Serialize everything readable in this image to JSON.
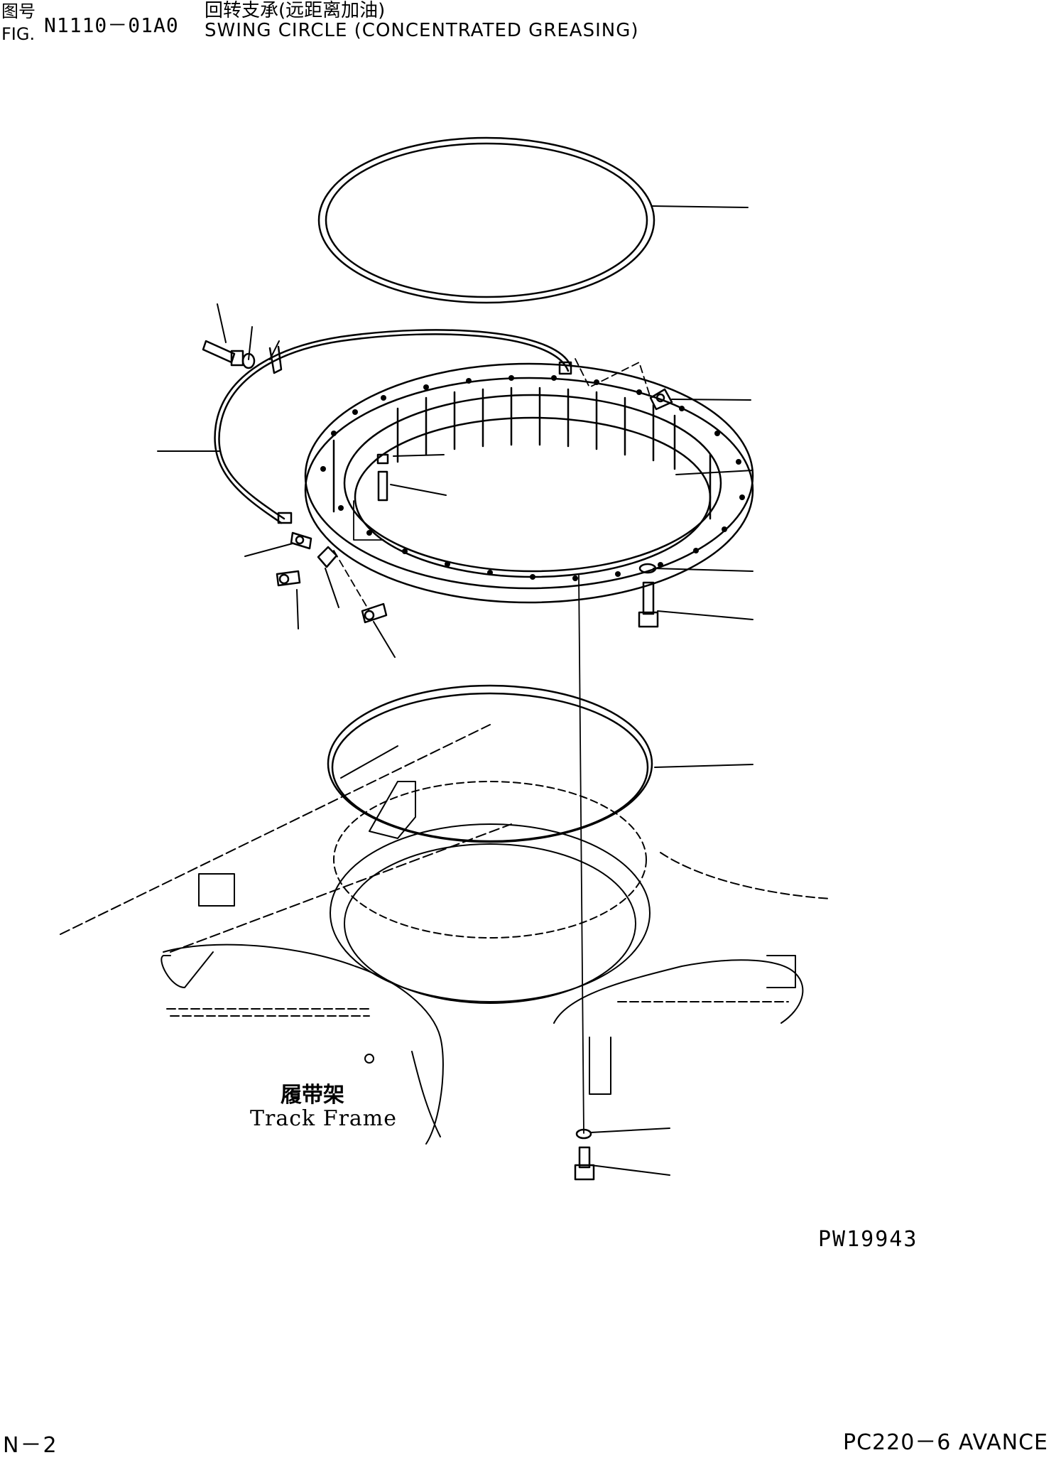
{
  "header": {
    "fig_label_cn": "图号",
    "fig_label_en": "FIG.",
    "figure_number": "N1110－01A0",
    "title_cn": "回转支承(远距离加油)",
    "title_en": "SWING CIRCLE (CONCENTRATED GREASING)"
  },
  "diagram": {
    "track_frame_label_cn": "履带架",
    "track_frame_label_en": "Track Frame",
    "drawing_number": "PW19943"
  },
  "footer": {
    "page_number": "N－2",
    "model": "PC220－6 AVANCE"
  }
}
